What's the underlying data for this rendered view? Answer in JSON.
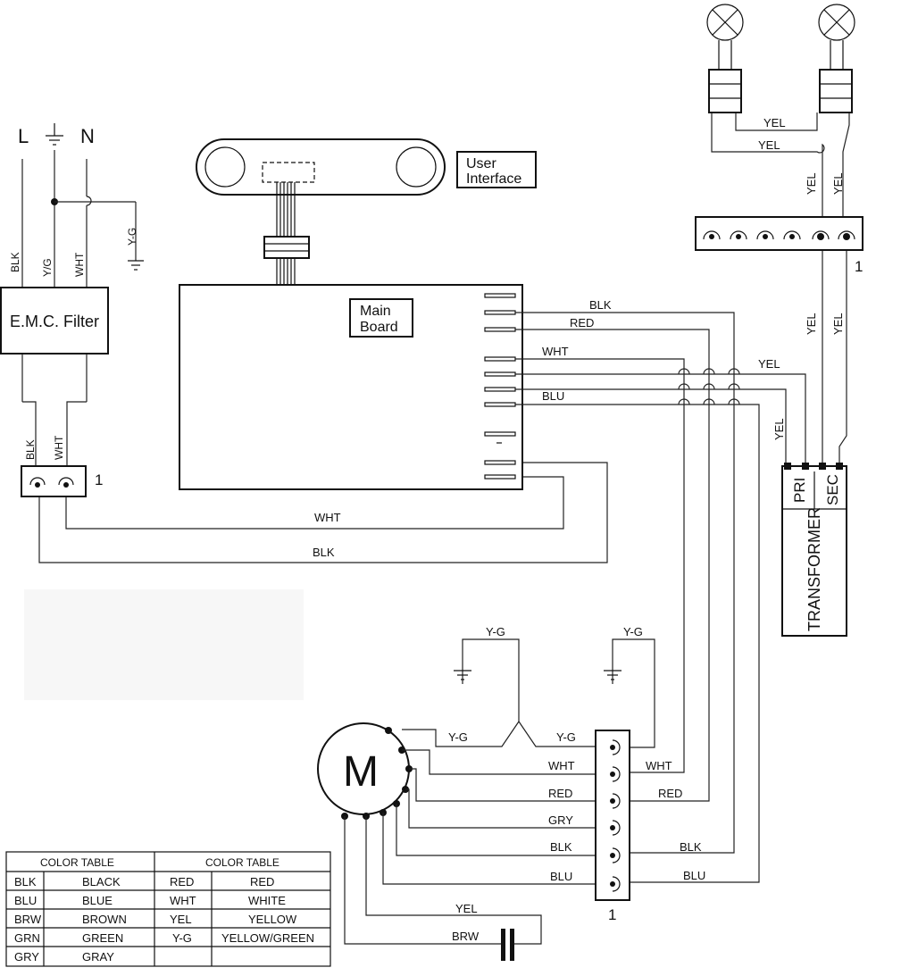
{
  "supply": {
    "L": "L",
    "N": "N"
  },
  "components": {
    "emc_filter": "E.M.C. Filter",
    "user_interface_line1": "User",
    "user_interface_line2": "Interface",
    "main_board_line1": "Main",
    "main_board_line2": "Board",
    "transformer": "TRANSFORMER",
    "pri": "PRI",
    "sec": "SEC",
    "motor": "M"
  },
  "connector_numbers": {
    "left": "1",
    "lamp_block": "1",
    "motor_block": "1"
  },
  "wires": {
    "BLK": "BLK",
    "YG_slash": "Y/G",
    "WHT": "WHT",
    "Y_G": "Y-G",
    "RED": "RED",
    "BLU": "BLU",
    "YEL": "YEL",
    "GRY": "GRY",
    "BRW": "BRW"
  },
  "color_table": {
    "header_left": "COLOR TABLE",
    "header_right": "COLOR TABLE",
    "rows": [
      {
        "code1": "BLK",
        "name1": "BLACK",
        "code2": "RED",
        "name2": "RED"
      },
      {
        "code1": "BLU",
        "name1": "BLUE",
        "code2": "WHT",
        "name2": "WHITE"
      },
      {
        "code1": "BRW",
        "name1": "BROWN",
        "code2": "YEL",
        "name2": "YELLOW"
      },
      {
        "code1": "GRN",
        "name1": "GREEN",
        "code2": "Y-G",
        "name2": "YELLOW/GREEN"
      },
      {
        "code1": "GRY",
        "name1": "GRAY",
        "code2": "",
        "name2": ""
      }
    ]
  }
}
